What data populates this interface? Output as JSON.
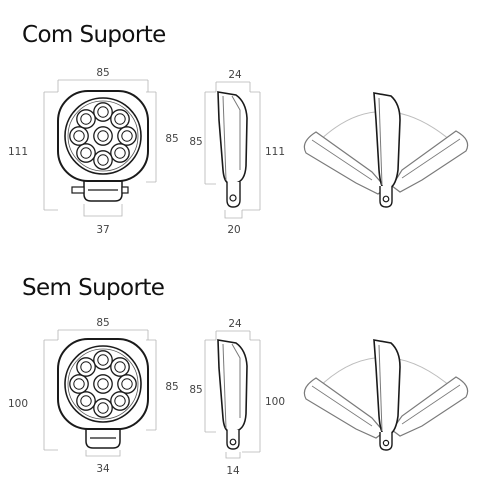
{
  "sections": [
    {
      "title": "Com Suporte",
      "front": {
        "width": "85",
        "height_total": "111",
        "height_lamp": "85",
        "bracket_width": "37"
      },
      "side": {
        "depth": "24",
        "height_lamp": "85",
        "height_total": "111",
        "bracket_depth": "20"
      }
    },
    {
      "title": "Sem Suporte",
      "front": {
        "width": "85",
        "height_total": "100",
        "height_lamp": "85",
        "bracket_width": "34"
      },
      "side": {
        "depth": "24",
        "height_lamp": "85",
        "height_total": "100",
        "bracket_depth": "14"
      }
    }
  ],
  "colors": {
    "ink": "#1a1a1a",
    "dimension_line": "#b5b5b5",
    "text": "#444444"
  }
}
